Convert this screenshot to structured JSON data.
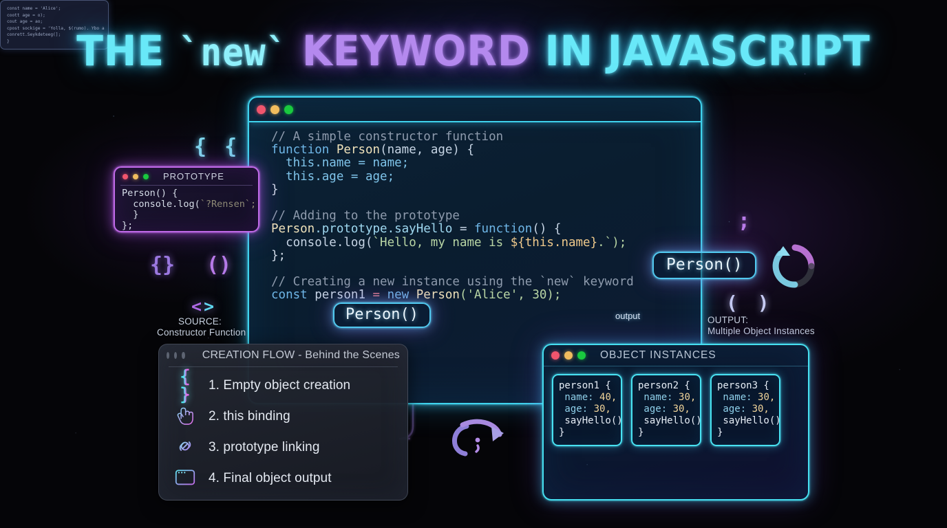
{
  "title": {
    "part1": "THE ",
    "part2": "`new`",
    "part3": " KEYWORD",
    "part4": " IN JAVASCRIPT",
    "full": "THE `new` KEYWORD IN JAVASCRIPT"
  },
  "colors": {
    "cyan": "#4fe6ef",
    "purple": "#b489ee",
    "magenta": "#e269e8",
    "background": "#050508",
    "editor_bg": "#0c2236",
    "panel_dark": "#242832"
  },
  "editor": {
    "traffic_lights": [
      "red",
      "yellow",
      "green"
    ],
    "code_lines": [
      "// A simple constructor function",
      "function Person(name, age) {",
      "  this.name = name;",
      "  this.age = age;",
      "}",
      "",
      "// Adding to the prototype",
      "Person.prototype.sayHello = function() {",
      "  console.log(`Hello, my name is ${this.name}.`);",
      "};",
      "",
      "// Creating a new instance using the `new` keyword",
      "const person1 = new Person('Alice', 30);"
    ],
    "tokens": {
      "c1": "// A simple constructor function",
      "l2_kw": "function",
      "l2_fn": "Person",
      "l2_args": "(name, age) {",
      "l3": "  this.name = name;",
      "l4": "  this.age = age;",
      "l5": "}",
      "c2": "// Adding to the prototype",
      "l8_obj": "Person",
      "l8_props": ".prototype.sayHello",
      "l8_eq": " = ",
      "l8_kw": "function",
      "l8_tail": "() {",
      "l9_pre": "  console.log(",
      "l9_str": "`Hello, my name is ",
      "l9_tpl": "${this.name}",
      "l9_post": ".`);",
      "l10": "};",
      "c3": "// Creating a new instance using the `new` keyword",
      "l12_const": "const",
      "l12_var": " person1 ",
      "l12_eq": "= ",
      "l12_new": "new",
      "l12_call": " Person",
      "l12_args": "('Alice', 30);"
    }
  },
  "prototype_window": {
    "title": "PROTOTYPE",
    "traffic_lights": [
      "red",
      "yellow",
      "green"
    ],
    "code_line1": "Person() {",
    "code_line2_pre": "  console.log(",
    "code_line2_garbled": "`?Rensen`;",
    "code_line3": "  }",
    "code_line4": "};"
  },
  "micro_card": {
    "lines": [
      "const name = 'Alice';",
      "coott age = o);",
      "cout age = ao;",
      "cpost sockige = 'Yolla, $(rumo). Ybo a",
      "conrett.Seykdeteeg(];",
      "}"
    ]
  },
  "flow_strip": {
    "source_label_caption": "SOURCE:",
    "source_label_text": "Constructor Function",
    "source_icon": "code-brackets-icon",
    "pill_label": "Person()",
    "braces_icon": "{ }",
    "hand_icon": "hand-pointer-icon",
    "output_label": "output",
    "output_caption": "OUTPUT:",
    "output_text": "Multiple Object Instances",
    "output_icon": "parentheses-icon"
  },
  "right_pill": {
    "label": "Person()"
  },
  "creation_flow": {
    "title": "CREATION FLOW - Behind the Scenes",
    "traffic_lights": [
      "gray",
      "gray",
      "gray"
    ],
    "steps": [
      {
        "icon": "braces-icon",
        "num": "1. ",
        "label": "Empty object creation",
        "kw": ""
      },
      {
        "icon": "hand-pointer-icon",
        "num": "2. ",
        "label": " binding",
        "kw": "this"
      },
      {
        "icon": "link-chain-icon",
        "num": "3. ",
        "label": "prototype linking",
        "kw": ""
      },
      {
        "icon": "window-icon",
        "num": "4. ",
        "label": "Final object output",
        "kw": ""
      }
    ],
    "step1_text": "1. Empty object creation",
    "step2_text": "2. this binding",
    "step3_text": "3. prototype linking",
    "step4_text": "4. Final object output"
  },
  "object_instances": {
    "title": "OBJECT INSTANCES",
    "traffic_lights": [
      "red",
      "yellow",
      "green"
    ],
    "cards": [
      {
        "header": "person1 {",
        "name_key": " name: ",
        "name_val": "40,",
        "age_key": " age: ",
        "age_val": "30,",
        "method": " sayHello()",
        "close": "}"
      },
      {
        "header": "person2 {",
        "name_key": " name: ",
        "name_val": "30,",
        "age_key": " age: ",
        "age_val": "30,",
        "method": " sayHello()",
        "close": "}"
      },
      {
        "header": "person3 {",
        "name_key": " name: ",
        "name_val": "30,",
        "age_key": " age: ",
        "age_val": "30,",
        "method": " sayHello()",
        "close": "}"
      }
    ]
  },
  "decorations": {
    "braces_top": "{ {",
    "curly": "{}",
    "parens": "()",
    "semicolon_right": ";",
    "semicolon_swirl": ";",
    "refresh_icon": "circular-arrow-icon",
    "swirl_icon": "swirl-arrow-icon"
  }
}
